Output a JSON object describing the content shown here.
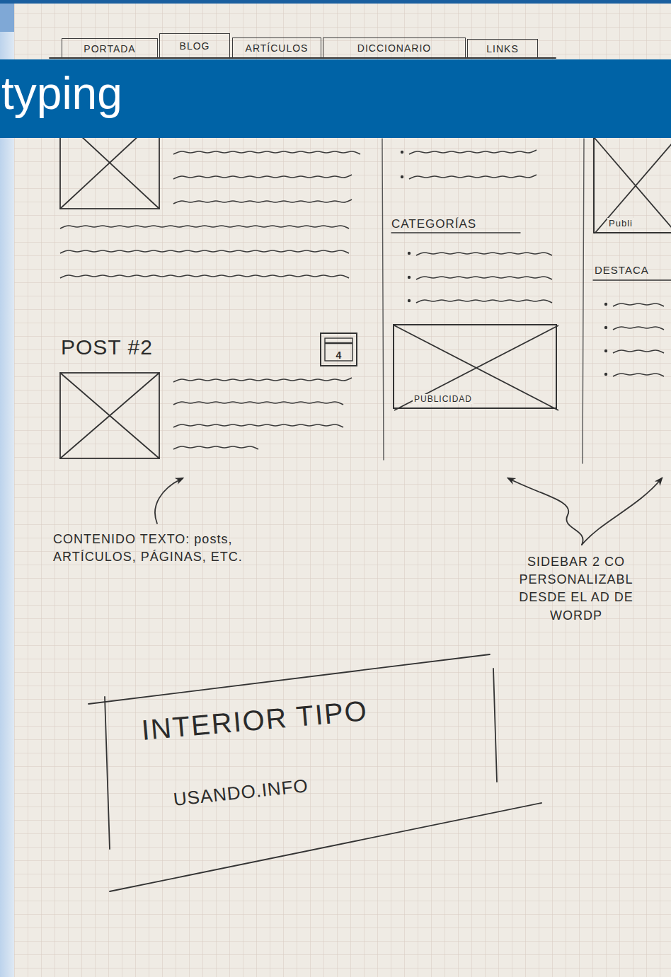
{
  "diagram": {
    "title": "typing",
    "nodes": [
      {
        "text": [
          "PORTADA"
        ]
      },
      {
        "text": [
          "BLOG"
        ]
      },
      {
        "text": [
          "ARTÍCULOS"
        ]
      },
      {
        "text": [
          "DICCIONARIO"
        ]
      },
      {
        "text": [
          "LINKS"
        ]
      },
      {
        "text": [
          "Publi"
        ]
      },
      {
        "text": [
          "PUBLICIDAD"
        ]
      },
      {
        "text": [
          "4"
        ]
      },
      {
        "text": [
          "INTERIOR TIPO",
          "USANDO.INFO"
        ]
      }
    ],
    "labels": [
      "CATEGORÍAS",
      "DESTACA",
      "POST #2",
      "CONTENIDO TEXTO: posts, ARTÍCULOS, PÁGINAS, ETC.",
      "SIDEBAR 2 CO PERSONALIZABL DESDE EL AD DE WORDP"
    ]
  }
}
